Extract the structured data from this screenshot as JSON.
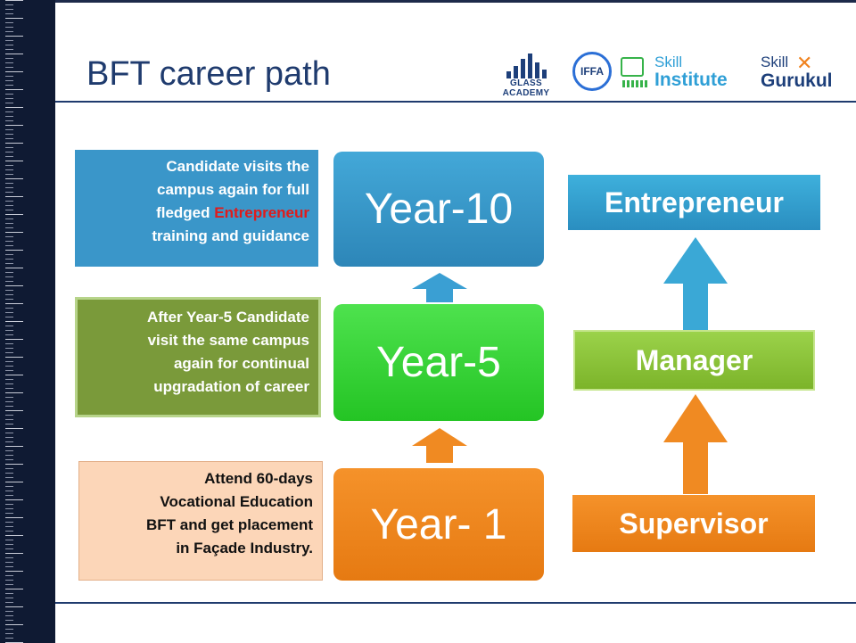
{
  "slide": {
    "title": "BFT career path"
  },
  "logos": {
    "glass_academy": "GLASS ACADEMY",
    "iffa": "IFFA",
    "skill_institute_top": "Skill",
    "skill_institute_bottom": "Institute",
    "skill_gurukul_top": "Skill",
    "skill_gurukul_bottom": "Gurukul"
  },
  "notes": {
    "year10": {
      "line1": "Candidate visits the",
      "line2": "campus again for full",
      "line3_pre": "fledged ",
      "line3_highlight": "Entrepreneur",
      "line4": "training and guidance"
    },
    "year5": {
      "line1": "After Year-5 Candidate",
      "line2": "visit the same campus",
      "line3": "again for continual",
      "line4": "upgradation of career"
    },
    "year1": {
      "line1": "Attend 60-days",
      "line2": "Vocational Education",
      "line3": "BFT and get placement",
      "line4": "in Façade Industry."
    }
  },
  "years": {
    "y10": "Year-10",
    "y5": "Year-5",
    "y1": "Year- 1"
  },
  "roles": {
    "entrepreneur": "Entrepreneur",
    "manager": "Manager",
    "supervisor": "Supervisor"
  },
  "colors": {
    "blue": "#3a96c9",
    "green": "#24c424",
    "olive": "#7a9a3a",
    "orange": "#e67a12",
    "title": "#1f3b6e",
    "highlight_red": "#e01b1b"
  }
}
